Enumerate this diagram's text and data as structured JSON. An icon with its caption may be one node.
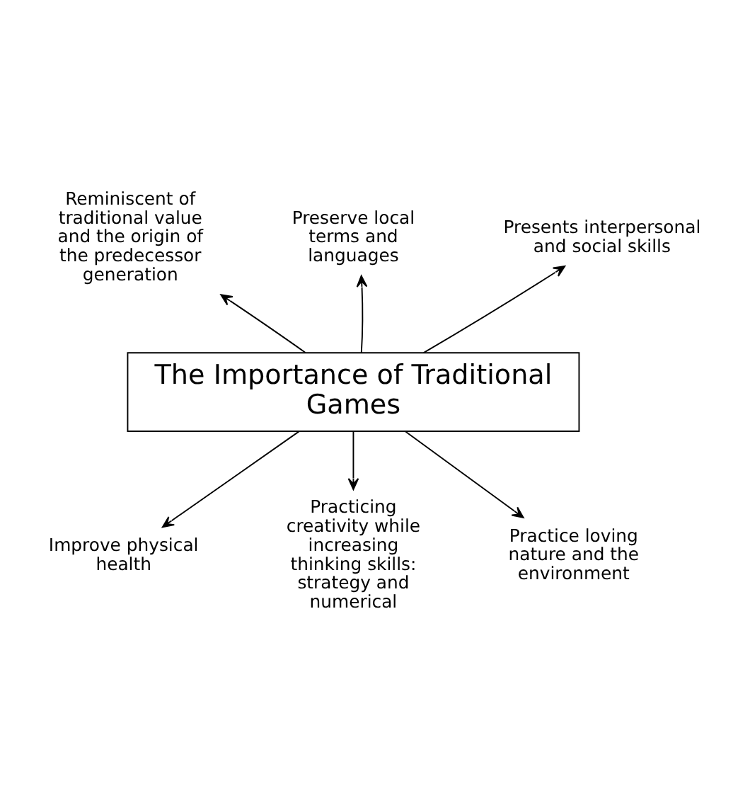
{
  "diagram": {
    "nodes": [
      {
        "text": [
          "The Importance of Traditional Games"
        ]
      },
      {
        "text": [
          "Reminiscent of traditional value and the origin of the predecessor generation"
        ]
      },
      {
        "text": [
          "Preserve local terms and languages"
        ]
      },
      {
        "text": [
          "Presents interpersonal and social skills"
        ]
      },
      {
        "text": [
          "Improve physical health"
        ]
      },
      {
        "text": [
          "Practicing creativity while increasing thinking skills: strategy and numerical"
        ]
      },
      {
        "text": [
          "Practice loving nature and the environment"
        ]
      }
    ],
    "edges": [
      {
        "from": 0,
        "to": 1,
        "arrow": "to"
      },
      {
        "from": 0,
        "to": 2,
        "arrow": "to"
      },
      {
        "from": 0,
        "to": 3,
        "arrow": "to"
      },
      {
        "from": 0,
        "to": 4,
        "arrow": "to"
      },
      {
        "from": 0,
        "to": 5,
        "arrow": "to"
      },
      {
        "from": 0,
        "to": 6,
        "arrow": "to"
      }
    ]
  }
}
